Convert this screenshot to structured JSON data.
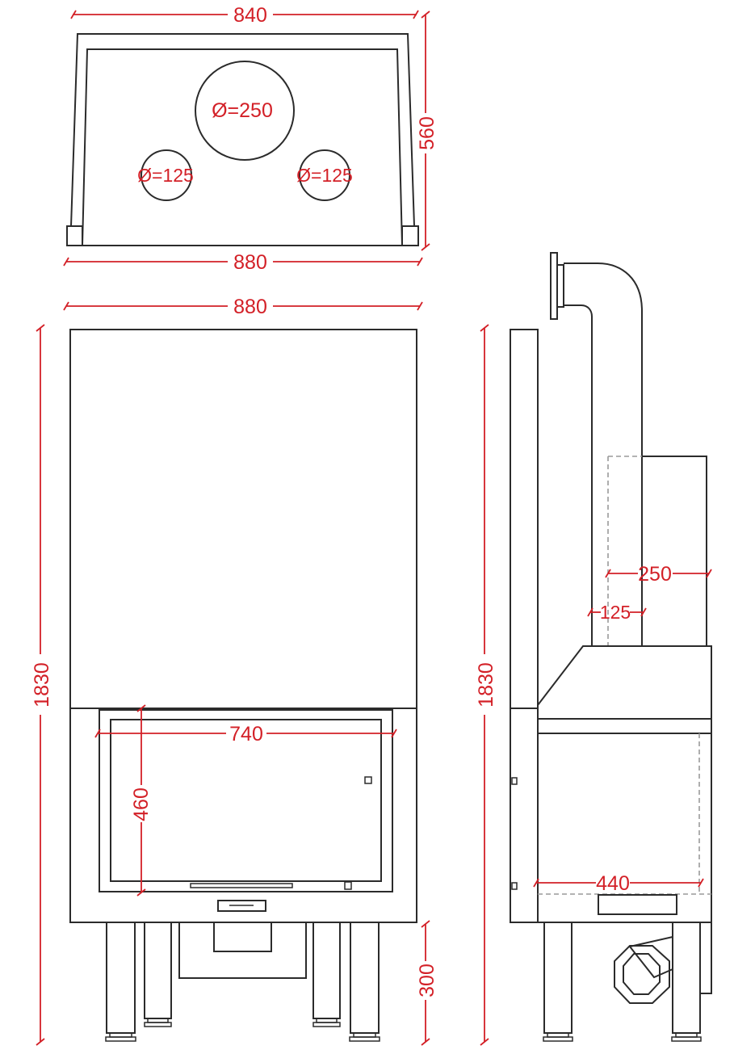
{
  "top_view": {
    "width_top": "840",
    "width_bottom": "880",
    "depth": "560",
    "outlet_main": "Ø=250",
    "outlet_left": "Ø=125",
    "outlet_right": "Ø=125"
  },
  "front_view": {
    "width": "880",
    "height": "1830",
    "glass_width": "740",
    "glass_height": "460",
    "leg_height": "300"
  },
  "side_view": {
    "height": "1830",
    "duct_large": "250",
    "duct_small": "125",
    "firebox_depth": "440"
  },
  "colors": {
    "line": "#2b2b2b",
    "dimension": "#d32027",
    "hidden": "#9a9a9a"
  }
}
